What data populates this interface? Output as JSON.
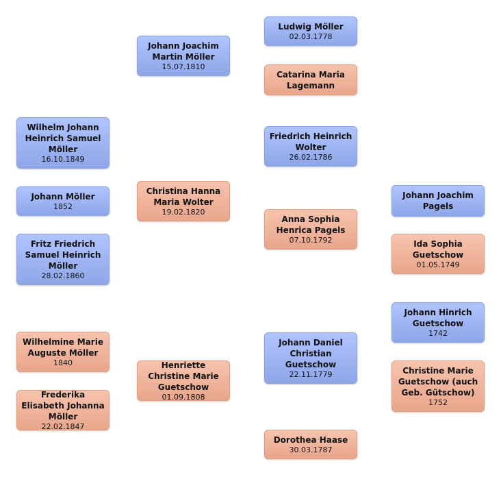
{
  "colors": {
    "male": "#9fb4f2",
    "female": "#f0b59c"
  },
  "people": [
    {
      "name": "Wilhelm Johann Heinrich Samuel Möller",
      "date": "16.10.1849",
      "gender": "male"
    },
    {
      "name": "Johann Möller",
      "date": "1852",
      "gender": "male"
    },
    {
      "name": "Fritz Friedrich Samuel Heinrich Möller",
      "date": "28.02.1860",
      "gender": "male"
    },
    {
      "name": "Wilhelmine Marie Auguste Möller",
      "date": "1840",
      "gender": "female"
    },
    {
      "name": "Frederika Elisabeth Johanna Möller",
      "date": "22.02.1847",
      "gender": "female"
    },
    {
      "name": "Johann Joachim Martin Möller",
      "date": "15.07.1810",
      "gender": "male"
    },
    {
      "name": "Christina Hanna Maria Wolter",
      "date": "19.02.1820",
      "gender": "female"
    },
    {
      "name": "Henriette Christine Marie Guetschow",
      "date": "01.09.1808",
      "gender": "female"
    },
    {
      "name": "Ludwig Möller",
      "date": "02.03.1778",
      "gender": "male"
    },
    {
      "name": "Catarina Maria Lagemann",
      "date": "",
      "gender": "female"
    },
    {
      "name": "Friedrich Heinrich Wolter",
      "date": "26.02.1786",
      "gender": "male"
    },
    {
      "name": "Anna Sophia Henrica Pagels",
      "date": "07.10.1792",
      "gender": "female"
    },
    {
      "name": "Johann Daniel Christian Guetschow",
      "date": "22.11.1779",
      "gender": "male"
    },
    {
      "name": "Dorothea Haase",
      "date": "30.03.1787",
      "gender": "female"
    },
    {
      "name": "Johann Joachim Pagels",
      "date": "",
      "gender": "male"
    },
    {
      "name": "Ida Sophia Guetschow",
      "date": "01.05.1749",
      "gender": "female"
    },
    {
      "name": "Johann Hinrich Guetschow",
      "date": "1742",
      "gender": "male"
    },
    {
      "name": "Christine Marie Guetschow (auch Geb. Gütschow)",
      "date": "1752",
      "gender": "female"
    }
  ]
}
